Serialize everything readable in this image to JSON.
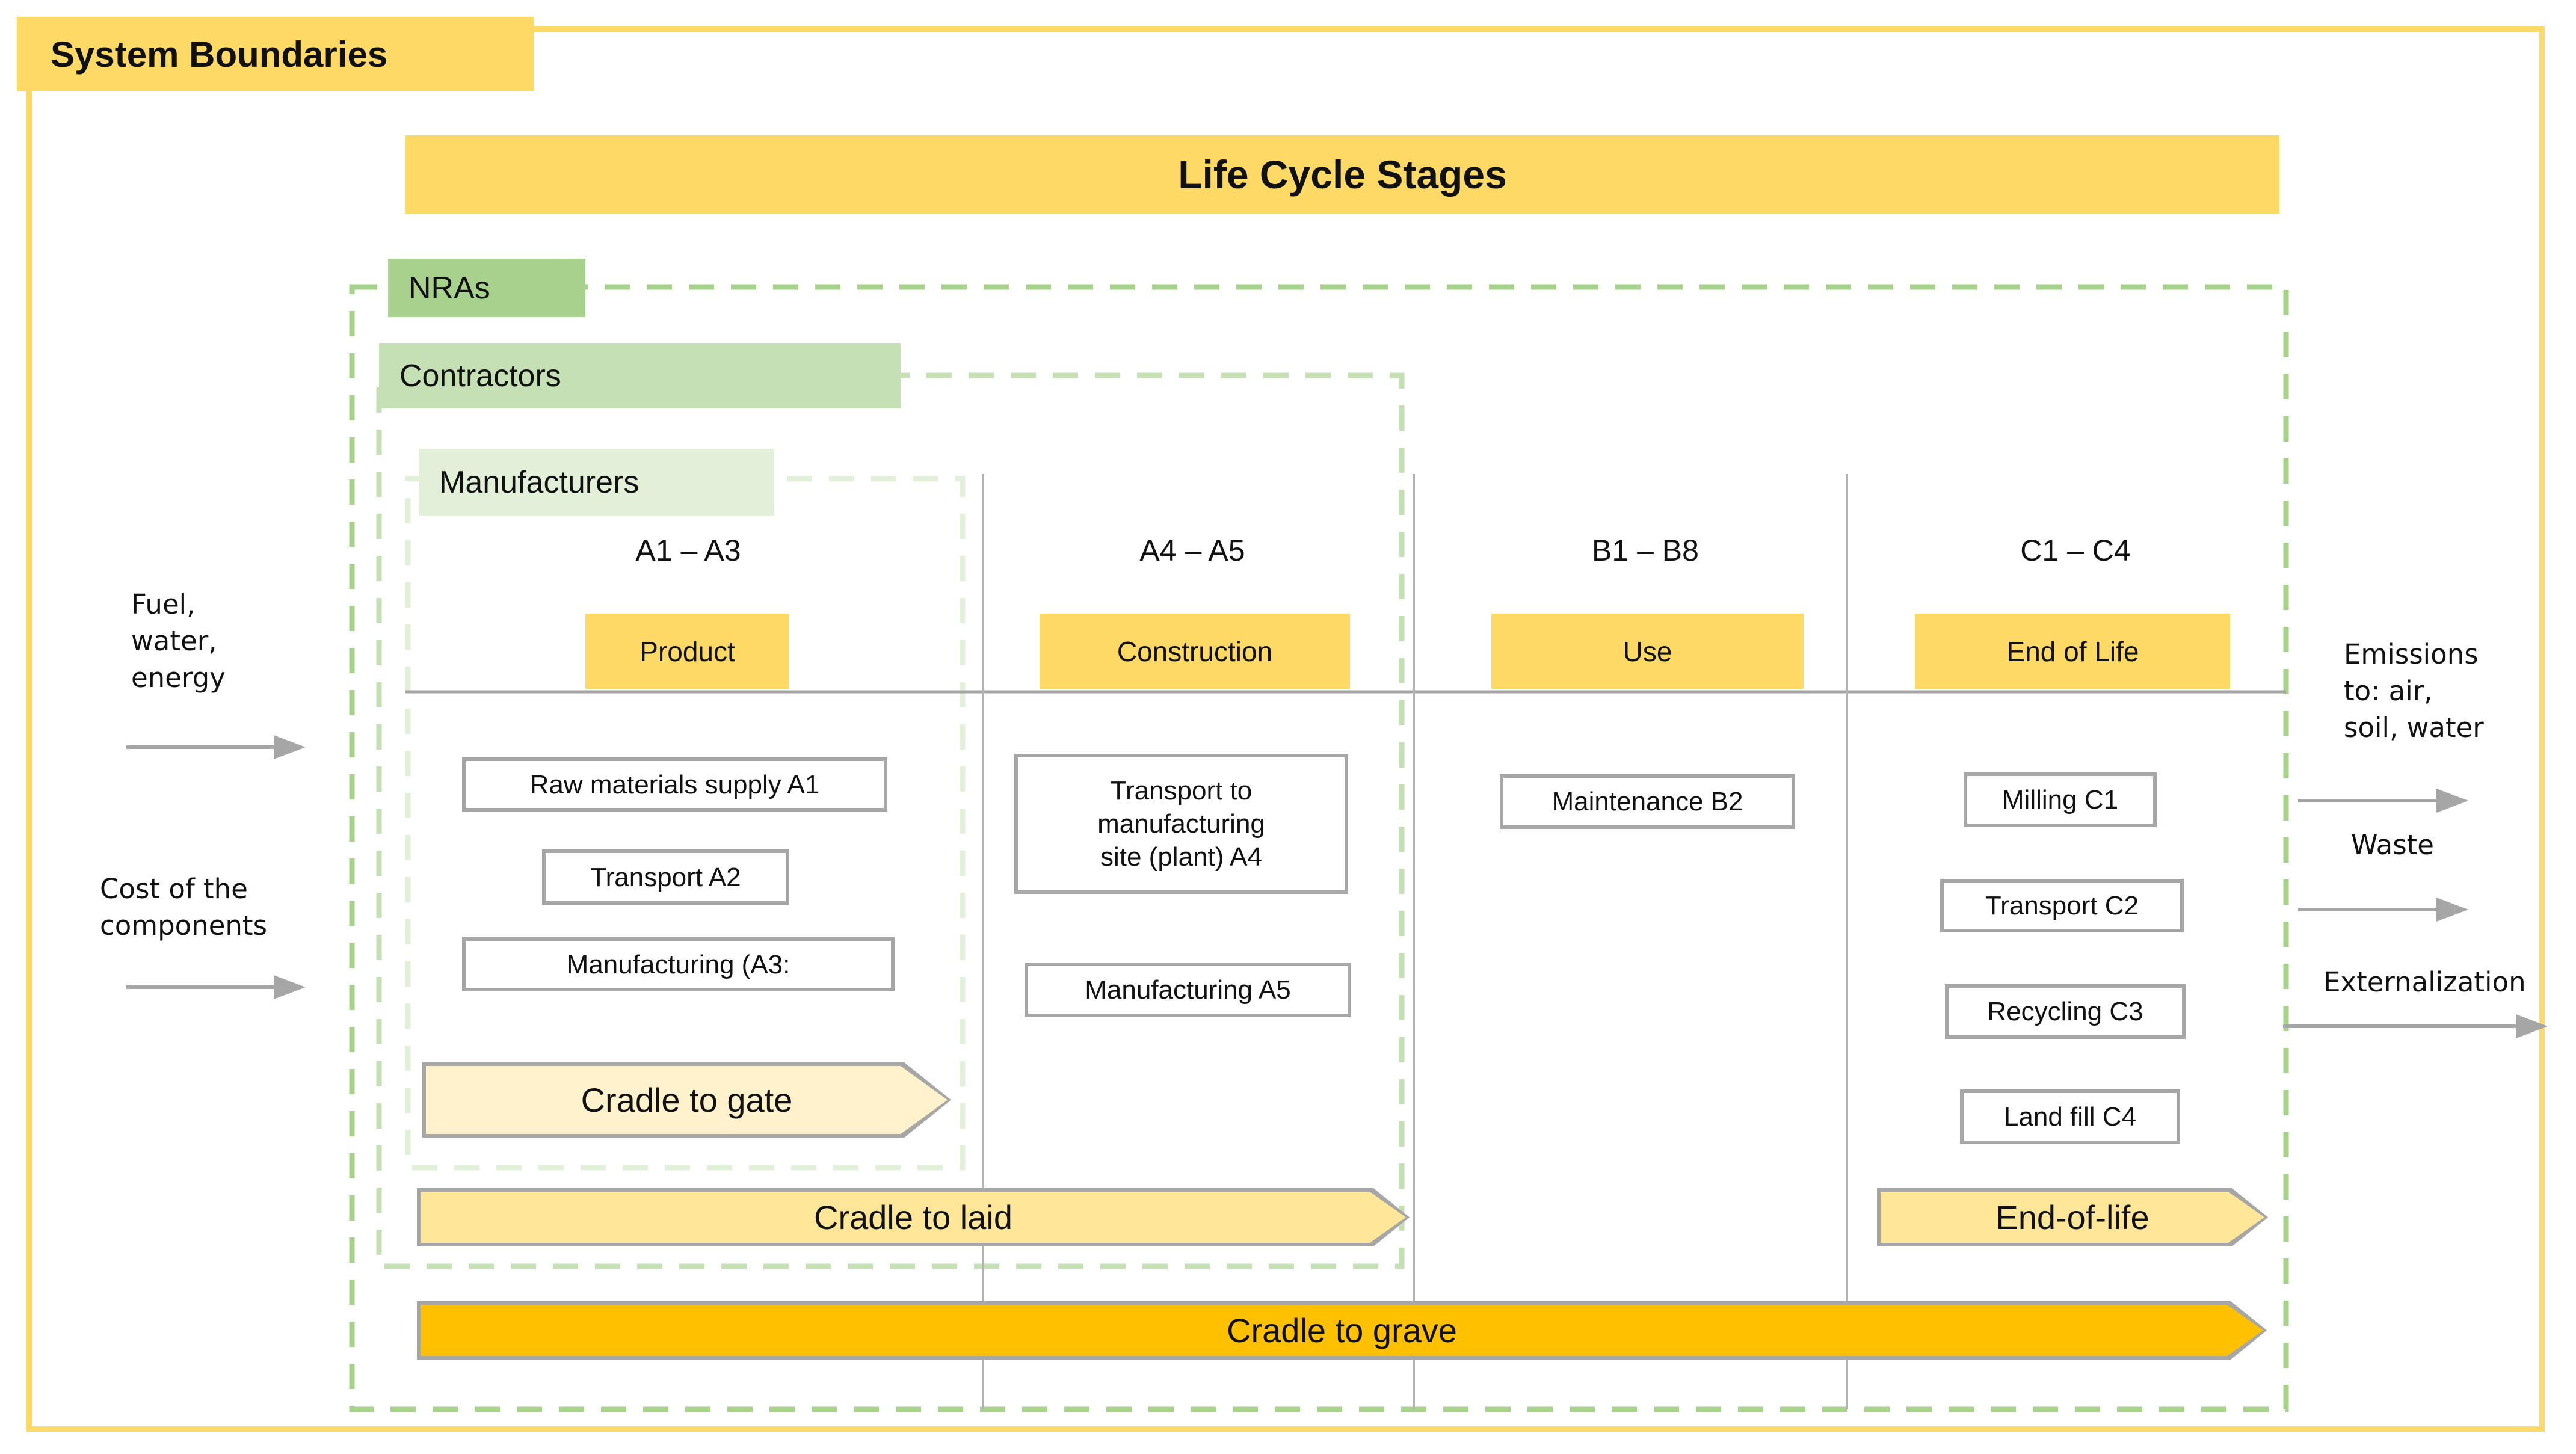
{
  "page": {
    "title": "System Boundaries"
  },
  "header": {
    "title": "Life Cycle Stages"
  },
  "actors": [
    {
      "label": "NRAs"
    },
    {
      "label": "Contractors"
    },
    {
      "label": "Manufacturers"
    }
  ],
  "columns": [
    {
      "code": "A1 – A3",
      "stage": "Product",
      "boxes": [
        "Raw materials supply A1",
        "Transport A2",
        "Manufacturing (A3:"
      ]
    },
    {
      "code": "A4 – A5",
      "stage": "Construction",
      "boxes": [
        "Transport to\nmanufacturing\nsite (plant) A4",
        "Manufacturing A5"
      ]
    },
    {
      "code": "B1 – B8",
      "stage": "Use",
      "boxes": [
        "Maintenance B2"
      ]
    },
    {
      "code": "C1 – C4",
      "stage": "End of Life",
      "boxes": [
        "Milling C1",
        "Transport C2",
        "Recycling C3",
        "Land fill C4"
      ]
    }
  ],
  "span_arrows": {
    "cradle_to_gate": "Cradle to gate",
    "cradle_to_laid": "Cradle to laid",
    "end_of_life": "End-of-life",
    "cradle_to_grave": "Cradle to grave"
  },
  "inputs": [
    {
      "label": "Fuel,\nwater,\nenergy"
    },
    {
      "label": "Cost of the\ncomponents"
    }
  ],
  "outputs": [
    {
      "label": "Emissions\nto: air,\nsoil, water"
    },
    {
      "label": "Waste"
    },
    {
      "label": "Externalization"
    }
  ],
  "colors": {
    "accent_yellow": "#FFD966",
    "arrow_gold": "#FFC000",
    "arrow_light_gold": "#FFE699",
    "arrow_cream": "#FFF2CC",
    "nras_green": "#A9D18E",
    "contractors_green": "#C5E0B4",
    "manufacturers_green": "#E2F0D9",
    "line_gray": "#A6A6A6"
  }
}
